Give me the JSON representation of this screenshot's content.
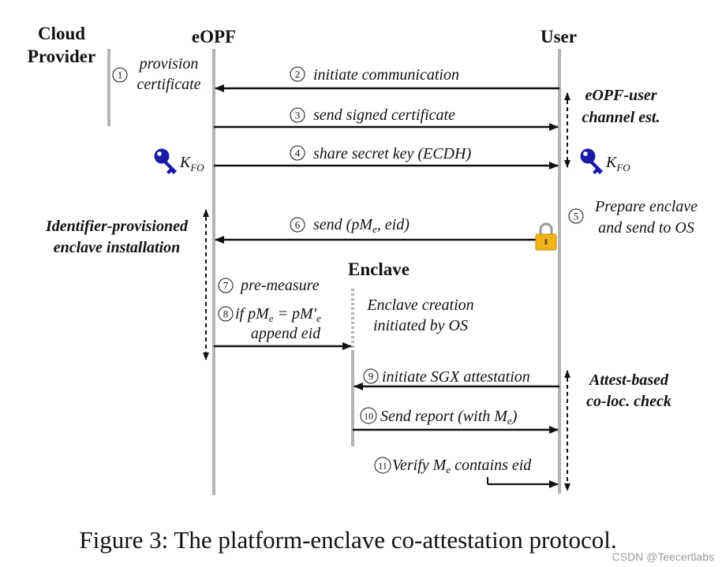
{
  "actors": {
    "cloud_line1": "Cloud",
    "cloud_line2": "Provider",
    "eopf": "eOPF",
    "user": "User",
    "enclave": "Enclave"
  },
  "steps": {
    "s1_num": "1",
    "s1_line1": "provision",
    "s1_line2": "certificate",
    "s2_num": "2",
    "s2_text": "initiate communication",
    "s3_num": "3",
    "s3_text": "send signed certificate",
    "s4_num": "4",
    "s4_text": "share secret key (ECDH)",
    "s5_num": "5",
    "s5_line1": "Prepare enclave",
    "s5_line2": "and send to OS",
    "s6_num": "6",
    "s6_text": "send (pM",
    "s6_sub": "e",
    "s6_tail": ", eid)",
    "s7_num": "7",
    "s7_text": "pre-measure",
    "s8_num": "8",
    "s8_line1": "if pM",
    "s8_sub": "e",
    "s8_mid": " = pM′",
    "s8_sub2": "e",
    "s8_line2": "append eid",
    "s9_num": "9",
    "s9_text": "initiate SGX attestation",
    "s10_num": "10",
    "s10_text": "Send report (with M",
    "s10_sub": "e",
    "s10_tail": ")",
    "s11_num": "11",
    "s11_text": "Verify M",
    "s11_sub": "e",
    "s11_tail": " contains eid"
  },
  "keys": {
    "label": "K",
    "sub": "FO"
  },
  "notes": {
    "enclave_creation_line1": "Enclave creation",
    "enclave_creation_line2": "initiated by OS",
    "channel_line1": "eOPF-user",
    "channel_line2": "channel est.",
    "identifier_line1": "Identifier-provisioned",
    "identifier_line2": "enclave installation",
    "attest_line1": "Attest-based",
    "attest_line2": "co-loc. check"
  },
  "caption": "Figure 3: The platform-enclave co-attestation protocol.",
  "watermark": "CSDN @Teecertlabs",
  "colors": {
    "lifeline": "#b4b4b4",
    "key": "#1a1aa6",
    "lock": "#f1b51c"
  }
}
